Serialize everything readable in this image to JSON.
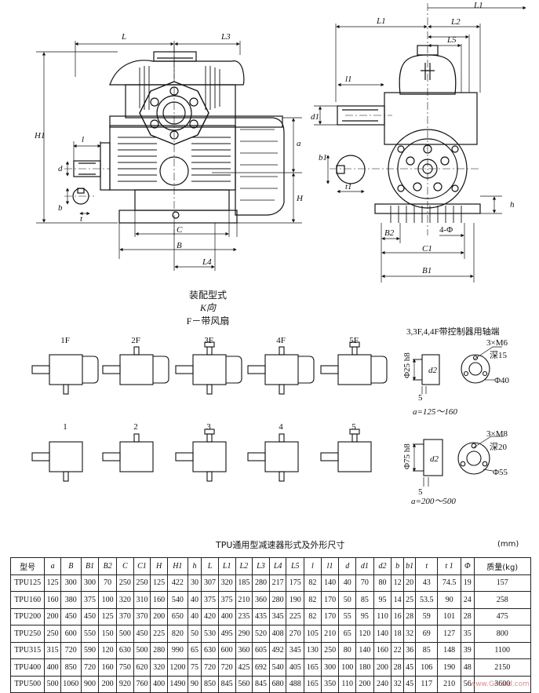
{
  "left_view": {
    "dims": {
      "L": "L",
      "L3": "L3",
      "H1": "H1",
      "H": "H",
      "a": "a",
      "l": "l",
      "d": "d",
      "b": "b",
      "t": "t",
      "C": "C",
      "B": "B",
      "L4": "L4"
    }
  },
  "right_view": {
    "dims": {
      "L1_top": "L1",
      "L1": "L1",
      "L2": "L2",
      "L5": "L5",
      "l1": "l1",
      "d1": "d1",
      "b1": "b1",
      "t1": "t1",
      "h": "h",
      "B2": "B2",
      "phi": "4-Φ",
      "C1": "C1",
      "B1": "B1"
    }
  },
  "assembly": {
    "title": "装配型式",
    "k_dir": "K向",
    "f_note": "F－带风扇",
    "row1": [
      "1F",
      "2F",
      "3F",
      "4F",
      "5F"
    ],
    "row2": [
      "1",
      "2",
      "3",
      "4",
      "5"
    ]
  },
  "controller": {
    "title": "3,3F,4,4F带控制器用轴端",
    "d2": "d2",
    "top": {
      "dia": "Φ25 h8",
      "holes": "3×M6",
      "depth": "深15",
      "circle": "Φ40",
      "five": "5",
      "range": "a=125～160"
    },
    "bottom": {
      "dia": "Φ75 h8",
      "holes": "3×M8",
      "depth": "深20",
      "circle": "Φ55",
      "five": "5",
      "range": "a=200～500"
    }
  },
  "table": {
    "title": "TPU通用型减速器形式及外形尺寸",
    "unit": "(mm)",
    "headers": [
      "型号",
      "a",
      "B",
      "B1",
      "B2",
      "C",
      "C1",
      "H",
      "H1",
      "h",
      "L",
      "L1",
      "L2",
      "L3",
      "L4",
      "L5",
      "l",
      "l1",
      "d",
      "d1",
      "d2",
      "b",
      "b1",
      "t",
      "t 1",
      "Φ",
      "质量(kg)"
    ],
    "rows": [
      [
        "TPU125",
        "125",
        "300",
        "300",
        "70",
        "250",
        "250",
        "125",
        "422",
        "30",
        "307",
        "320",
        "185",
        "280",
        "217",
        "175",
        "82",
        "140",
        "40",
        "70",
        "80",
        "12",
        "20",
        "43",
        "74.5",
        "19",
        "157"
      ],
      [
        "TPU160",
        "160",
        "380",
        "375",
        "100",
        "320",
        "310",
        "160",
        "540",
        "40",
        "375",
        "375",
        "210",
        "360",
        "280",
        "190",
        "82",
        "170",
        "50",
        "85",
        "95",
        "14",
        "25",
        "53.5",
        "90",
        "24",
        "258"
      ],
      [
        "TPU200",
        "200",
        "450",
        "450",
        "125",
        "370",
        "370",
        "200",
        "650",
        "40",
        "420",
        "400",
        "235",
        "435",
        "345",
        "225",
        "82",
        "170",
        "55",
        "95",
        "110",
        "16",
        "28",
        "59",
        "101",
        "28",
        "475"
      ],
      [
        "TPU250",
        "250",
        "600",
        "550",
        "150",
        "500",
        "450",
        "225",
        "820",
        "50",
        "530",
        "495",
        "290",
        "520",
        "408",
        "270",
        "105",
        "210",
        "65",
        "120",
        "140",
        "18",
        "32",
        "69",
        "127",
        "35",
        "800"
      ],
      [
        "TPU315",
        "315",
        "720",
        "590",
        "120",
        "630",
        "500",
        "280",
        "990",
        "65",
        "630",
        "600",
        "360",
        "605",
        "492",
        "345",
        "130",
        "250",
        "80",
        "140",
        "160",
        "22",
        "36",
        "85",
        "148",
        "39",
        "1100"
      ],
      [
        "TPU400",
        "400",
        "850",
        "720",
        "160",
        "750",
        "620",
        "320",
        "1200",
        "75",
        "720",
        "720",
        "425",
        "692",
        "540",
        "405",
        "165",
        "300",
        "100",
        "180",
        "200",
        "28",
        "45",
        "106",
        "190",
        "48",
        "2150"
      ],
      [
        "TPU500",
        "500",
        "1060",
        "900",
        "200",
        "920",
        "760",
        "400",
        "1490",
        "90",
        "850",
        "845",
        "560",
        "845",
        "680",
        "488",
        "165",
        "350",
        "110",
        "200",
        "240",
        "32",
        "45",
        "117",
        "210",
        "56",
        "3600"
      ]
    ]
  },
  "watermark": "www.Gelurd.com"
}
